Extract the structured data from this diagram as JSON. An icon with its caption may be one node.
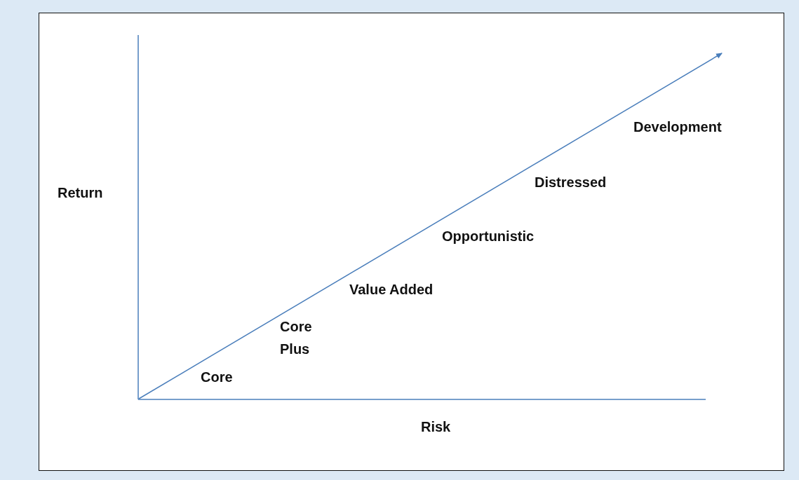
{
  "diagram": {
    "labels": [
      "Return",
      "Development",
      "Distressed",
      "Opportunistic",
      "Value Added",
      "Core Plus",
      "Core",
      "Risk"
    ]
  }
}
